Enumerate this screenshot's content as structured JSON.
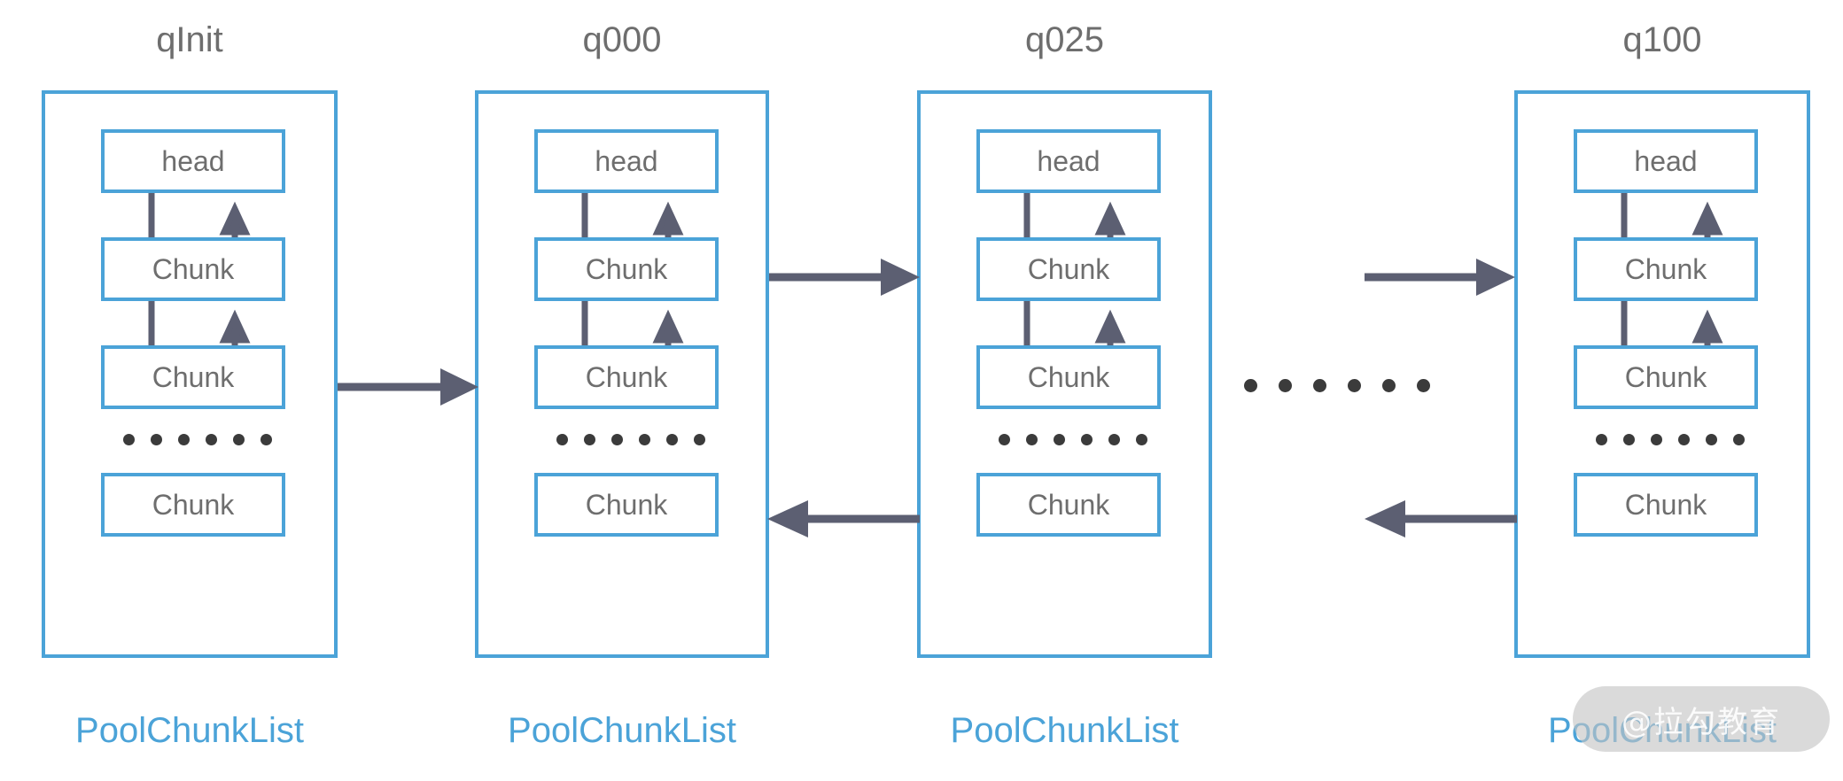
{
  "diagram": {
    "title_color": "#6e6e6e",
    "accent_color": "#4ba3d8",
    "arrow_color": "#5c5f72",
    "dot_color": "#3b3b3b",
    "columns": [
      {
        "title": "qInit",
        "caption": "PoolChunkList",
        "nodes": [
          "head",
          "Chunk",
          "Chunk",
          "Chunk"
        ],
        "ellipsis": "••••••"
      },
      {
        "title": "q000",
        "caption": "PoolChunkList",
        "nodes": [
          "head",
          "Chunk",
          "Chunk",
          "Chunk"
        ],
        "ellipsis": "••••••"
      },
      {
        "title": "q025",
        "caption": "PoolChunkList",
        "nodes": [
          "head",
          "Chunk",
          "Chunk",
          "Chunk"
        ],
        "ellipsis": "••••••"
      },
      {
        "title": "q100",
        "caption": "PoolChunkList",
        "nodes": [
          "head",
          "Chunk",
          "Chunk",
          "Chunk"
        ],
        "ellipsis": "••••••"
      }
    ],
    "gap_ellipsis": "••••••",
    "connections": [
      {
        "from": "qInit",
        "to": "q000",
        "direction": "right"
      },
      {
        "from": "q000",
        "to": "q025",
        "direction": "right"
      },
      {
        "from": "q025",
        "to": "q000",
        "direction": "left"
      },
      {
        "from": "q025",
        "to": "q100",
        "direction": "right"
      },
      {
        "from": "q100",
        "to": "q025",
        "direction": "left"
      }
    ]
  },
  "watermark": {
    "text": "@拉勾教育"
  }
}
